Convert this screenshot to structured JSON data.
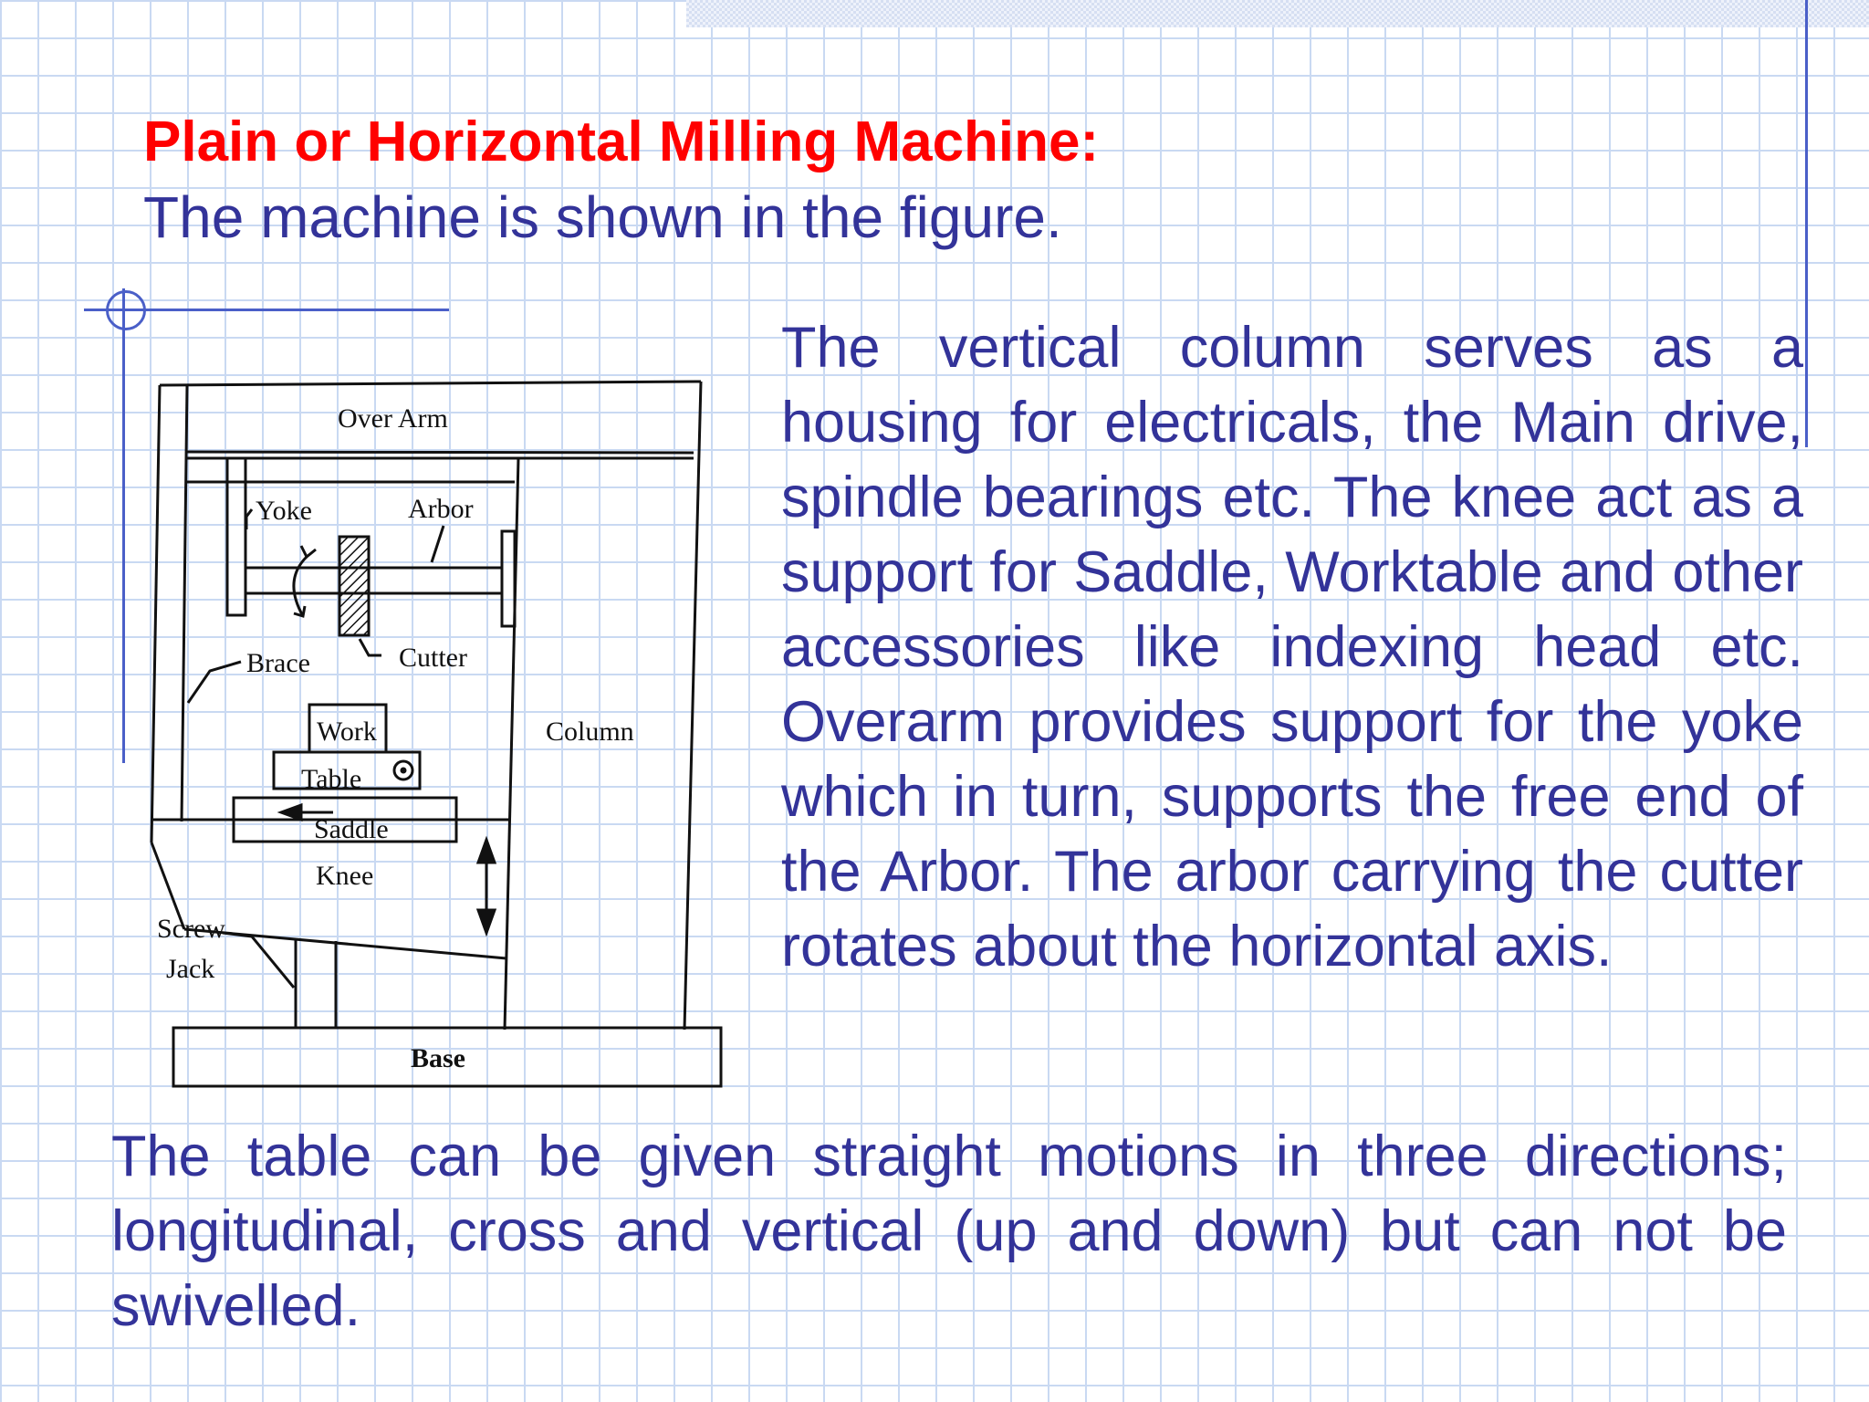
{
  "slide": {
    "title": "Plain or Horizontal Milling Machine:",
    "subtitle": "The machine is shown in the figure.",
    "right_paragraph": "The vertical column serves as a housing for electricals, the Main drive, spindle bearings etc. The knee act as a support for Saddle, Worktable and other accessories like indexing head etc. Overarm provides support for the yoke which in turn, supports the free end of the Arbor. The arbor carrying the cutter rotates about the horizontal axis.",
    "bottom_paragraph": "The table can be given straight motions in three directions; longitudinal, cross and vertical (up and down) but can not be swivelled."
  },
  "figure": {
    "labels": {
      "over_arm": "Over Arm",
      "yoke": "Yoke",
      "arbor": "Arbor",
      "brace": "Brace",
      "cutter": "Cutter",
      "work": "Work",
      "column": "Column",
      "table": "Table",
      "saddle": "Saddle",
      "knee": "Knee",
      "screw": "Screw",
      "jack": "Jack",
      "base": "Base"
    }
  },
  "colors": {
    "title": "#ff0000",
    "body_text": "#333399",
    "grid": "#c9d9f2",
    "rule": "#4a5fc8"
  }
}
